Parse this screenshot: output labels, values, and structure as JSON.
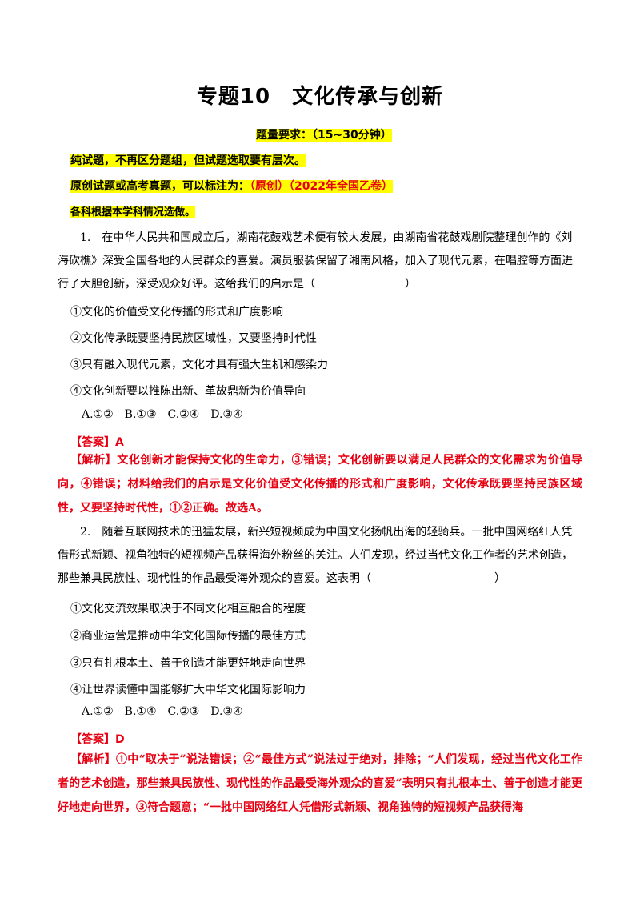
{
  "page": {
    "title": "专题10　文化传承与创新",
    "requirement": "题量要求：（15~30分钟）",
    "notes": [
      "纯试题，不再区分题组，但试题选取要有层次。",
      "原创试题或高考真题，可以标注为：",
      "各科根据本学科情况选做。"
    ],
    "note_tags": "（原创）（2022年全国乙卷）"
  },
  "questions": [
    {
      "stem": "1.　在中华人民共和国成立后，湖南花鼓戏艺术便有较大发展，由湖南省花鼓戏剧院整理创作的《刘海砍樵》深受全国各地的人民群众的喜爱。演员服装保留了湘南风格，加入了现代元素，在唱腔等方面进行了大胆创新，深受观众好评。这给我们的启示是（　　　　　　　　）",
      "options": [
        "①文化的价值受文化传播的形式和广度影响",
        "②文化传承既要坚持民族区域性，又要坚持时代性",
        "③只有融入现代元素，文化才具有强大生机和感染力",
        "④文化创新要以推陈出新、革故鼎新为价值导向"
      ],
      "choices": [
        "A.①②",
        "B.①③",
        "C.②④",
        "D.③④"
      ],
      "answer": "【答案】A",
      "analysis": "【解析】文化创新才能保持文化的生命力，③错误；文化创新要以满足人民群众的文化需求为价值导向，④错误；材料给我们的启示是文化价值受文化传播的形式和广度影响，文化传承既要坚持民族区域性，又要坚持时代性，①②正确。故选A。"
    },
    {
      "stem": "2.　随着互联网技术的迅猛发展，新兴短视频成为中国文化扬帆出海的轻骑兵。一批中国网络红人凭借形式新颖、视角独特的短视频产品获得海外粉丝的关注。人们发现，经过当代文化工作者的艺术创造，那些兼具民族性、现代性的作品最受海外观众的喜爱。这表明（　　　　　　　　　　　）",
      "options": [
        "①文化交流效果取决于不同文化相互融合的程度",
        "②商业运营是推动中华文化国际传播的最佳方式",
        "③只有扎根本土、善于创造才能更好地走向世界",
        "④让世界读懂中国能够扩大中华文化国际影响力"
      ],
      "choices": [
        "A.①②",
        "B.①④",
        "C.②③",
        "D.③④"
      ],
      "answer": "【答案】D",
      "analysis": "【解析】①中“取决于”说法错误；②“最佳方式”说法过于绝对，排除；“人们发现，经过当代文化工作者的艺术创造，那些兼具民族性、现代性的作品最受海外观众的喜爱”表明只有扎根本土、善于创造才能更好地走向世界，③符合题意；“一批中国网络红人凭借形式新颖、视角独特的短视频产品获得海"
    }
  ]
}
